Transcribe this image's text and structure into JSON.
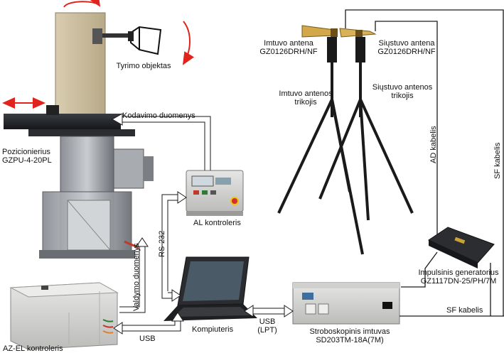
{
  "labels": {
    "tyrimo_objektas": "Tyrimo objektas",
    "kodavimo_duomenys": "Kodavimo duomenys",
    "pozicionierius_l1": "Pozicionierius",
    "pozicionierius_l2": "GZPU-4-20PL",
    "al_kontroleris": "AL kontroleris",
    "rs232": "RS-232",
    "valdymo_duomenys": "Valdymo duomenys",
    "az_el_kontroleris": "AZ-EL kontroleris",
    "usb": "USB",
    "kompiuteris": "Kompiuteris",
    "usb_lpt_l1": "USB",
    "usb_lpt_l2": "(LPT)",
    "stroboskopinis_l1": "Stroboskopinis imtuvas",
    "stroboskopinis_l2": "SD203TM-18A(7M)",
    "imtuvo_antena_l1": "Imtuvo antena",
    "imtuvo_antena_l2": "GZ0126DRH/NF",
    "siustuvo_antena_l1": "Siųstuvo antena",
    "siustuvo_antena_l2": "GZ0126DRH/NF",
    "imtuvo_trikojis_l1": "Imtuvo antenos",
    "imtuvo_trikojis_l2": "trikojis",
    "siustuvo_trikojis_l1": "Siųstuvo antenos",
    "siustuvo_trikojis_l2": "trikojis",
    "ad_kabelis": "AD kabelis",
    "sf_kabelis_vertical": "SF kabelis",
    "sf_kabelis_horizontal": "SF kabelis",
    "impulsinis_l1": "Impulsinis generatorius",
    "impulsinis_l2": "GZ1117DN-25/PH/7M"
  },
  "colors": {
    "rotation_arrow": "#e0231c",
    "connector": "#1a1a1a"
  }
}
